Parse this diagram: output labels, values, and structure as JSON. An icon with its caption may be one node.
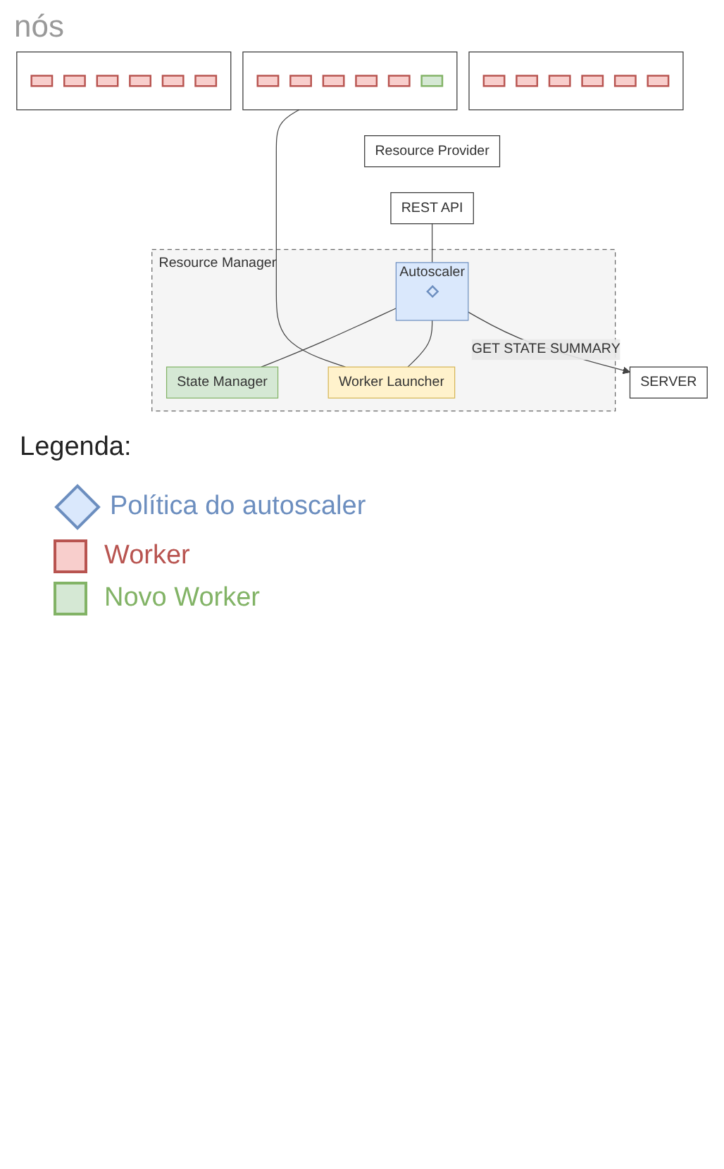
{
  "diagram": {
    "nodes": [
      {
        "text": [],
        "shape": "box"
      },
      {
        "text": [],
        "shape": "box",
        "in": 0
      },
      {
        "text": [],
        "shape": "box",
        "in": 0
      },
      {
        "text": [],
        "shape": "box",
        "in": 0
      },
      {
        "text": [],
        "shape": "box",
        "in": 0
      },
      {
        "text": [],
        "shape": "box",
        "in": 0
      },
      {
        "text": [],
        "shape": "box",
        "in": 0
      },
      {
        "text": [],
        "shape": "box"
      },
      {
        "text": [],
        "shape": "box",
        "in": 7
      },
      {
        "text": [],
        "shape": "box",
        "in": 7
      },
      {
        "text": [],
        "shape": "box",
        "in": 7
      },
      {
        "text": [],
        "shape": "box",
        "in": 7
      },
      {
        "text": [],
        "shape": "box",
        "in": 7
      },
      {
        "text": [],
        "shape": "box",
        "in": 7
      },
      {
        "text": [],
        "shape": "box"
      },
      {
        "text": [],
        "shape": "box",
        "in": 14
      },
      {
        "text": [],
        "shape": "box",
        "in": 14
      },
      {
        "text": [],
        "shape": "box",
        "in": 14
      },
      {
        "text": [],
        "shape": "box",
        "in": 14
      },
      {
        "text": [],
        "shape": "box",
        "in": 14
      },
      {
        "text": [],
        "shape": "box",
        "in": 14
      },
      {
        "text": [
          "Resource Provider"
        ]
      },
      {
        "text": [
          "REST API"
        ]
      },
      {
        "text": [
          "Resource Manager"
        ]
      },
      {
        "text": [
          "Autoscaler"
        ],
        "in": 23
      },
      {
        "text": [],
        "shape": "diamond",
        "in": 24
      },
      {
        "text": [
          "State Manager"
        ],
        "in": 23
      },
      {
        "text": [
          "Worker Launcher"
        ],
        "in": 23
      },
      {
        "text": [
          "SERVER"
        ]
      }
    ],
    "edges": [
      {
        "from": 14,
        "to": 27,
        "arrow": "none"
      },
      {
        "from": 22,
        "to": 24,
        "arrow": "none"
      },
      {
        "from": 24,
        "to": 26,
        "arrow": "none"
      },
      {
        "from": 24,
        "to": 27,
        "arrow": "none"
      },
      {
        "from": 24,
        "to": 28,
        "arrow": "to",
        "label": "GET STATE SUMMARY"
      }
    ],
    "labels": [
      "nós",
      "Legenda:"
    ],
    "legend": [
      {
        "text": "Política do autoscaler"
      },
      {
        "text": "Worker",
        "color": "#f8cecc"
      },
      {
        "text": "Novo Worker",
        "color": "#d5e8d4"
      }
    ]
  }
}
